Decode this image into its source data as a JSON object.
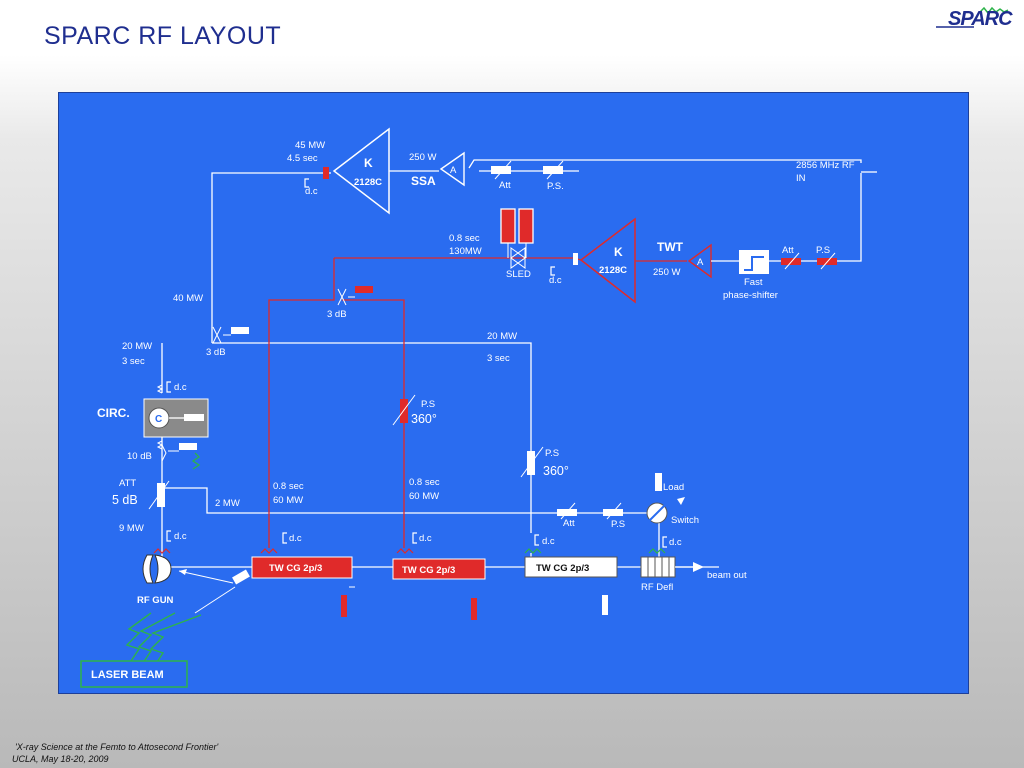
{
  "title": "SPARC RF LAYOUT",
  "logo_text": "SPARC",
  "footer": {
    "line1": "'X-ray Science at the Femto to Attosecond Frontier'",
    "line2": "UCLA, May 18-20, 2009"
  },
  "diagram": {
    "klystron1": {
      "label": "K",
      "model": "2128C",
      "power": "45 MW",
      "pulse": "4.5  sec",
      "dc": "d.c"
    },
    "ssa": {
      "label": "SSA",
      "amp": "A",
      "power": "250 W",
      "att": "Att",
      "ps": "P.S."
    },
    "rf_in": {
      "line1": "2856 MHz RF",
      "line2": "IN"
    },
    "sled": {
      "label": "SLED",
      "pulse": "0.8  sec",
      "power": "130MW"
    },
    "klystron2": {
      "label": "K",
      "model": "2128C",
      "power": "250 W",
      "dc": "d.c"
    },
    "twt": {
      "label": "TWT",
      "amp": "A"
    },
    "phase_shifter": {
      "line1": "Fast",
      "line2": "phase-shifter",
      "att": "Att",
      "ps": "P.S"
    },
    "feed": {
      "mw40": "40 MW",
      "mw20_left": "20 MW",
      "sec3_left": "3   sec",
      "coupler1": "3 dB",
      "coupler2": "3 dB",
      "mw20_right": "20 MW",
      "sec3_right": "3   sec"
    },
    "circulator": {
      "label": "CIRC.",
      "symbol": "C",
      "dc": "d.c"
    },
    "att_section": {
      "db10": "10 dB",
      "att": "ATT",
      "db5": "5 dB",
      "mw9": "9 MW",
      "mw2": "2 MW",
      "dc": "d.c"
    },
    "ps_mid": {
      "ps": "P.S",
      "deg": "360°"
    },
    "ps_right": {
      "ps": "P.S",
      "deg": "360°"
    },
    "section1": {
      "pulse": "0.8   sec",
      "power": "60 MW",
      "dc": "d.c",
      "label": "TW CG 2p/3"
    },
    "section2": {
      "pulse": "0.8   sec",
      "power": "60 MW",
      "dc": "d.c",
      "label": "TW CG 2p/3"
    },
    "section3": {
      "dc": "d.c",
      "label": "TW CG 2p/3"
    },
    "defl_branch": {
      "att": "Att",
      "ps": "P.S",
      "load": "Load",
      "switch": "Switch",
      "dc": "d.c"
    },
    "rf_defl": {
      "label": "RF Defl"
    },
    "beam_out": "beam out",
    "gun": {
      "label": "RF GUN"
    },
    "laser": {
      "label": "LASER BEAM"
    }
  }
}
